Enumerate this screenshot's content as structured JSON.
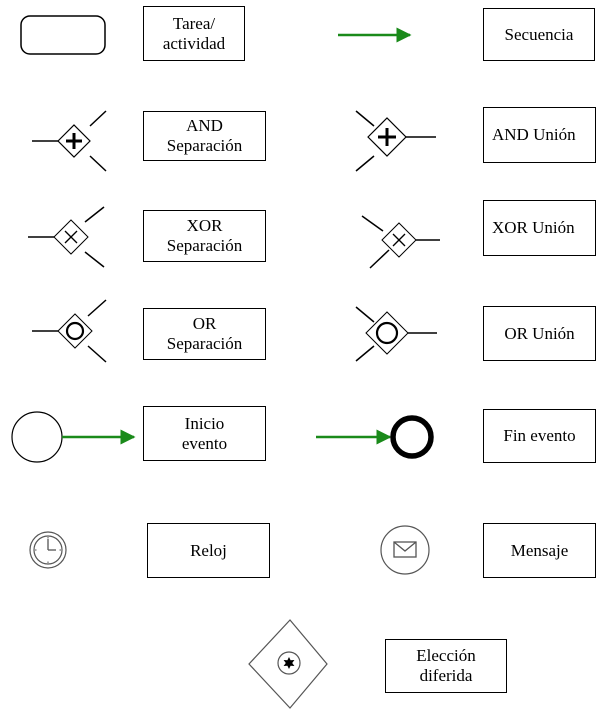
{
  "colors": {
    "sequence_arrow": "#1a8a1a",
    "stroke": "#000000",
    "icon_gray": "#7a7a7a"
  },
  "labels": {
    "task": [
      "Tarea/",
      "actividad"
    ],
    "sequence": [
      "Secuencia"
    ],
    "and_split": [
      "AND",
      "Separación"
    ],
    "and_join": [
      "AND Unión"
    ],
    "xor_split": [
      "XOR",
      "Separación"
    ],
    "xor_join": [
      "XOR Unión"
    ],
    "or_split": [
      "OR",
      "Separación"
    ],
    "or_join": [
      "OR Unión"
    ],
    "start_event": [
      "Inicio",
      "evento"
    ],
    "end_event": [
      "Fin evento"
    ],
    "timer": [
      "Reloj"
    ],
    "message": [
      "Mensaje"
    ],
    "deferred_choice": [
      "Elección",
      "diferida"
    ]
  },
  "icons": {
    "task": "rounded-rectangle-icon",
    "sequence": "green-arrow-icon",
    "and_split": "and-split-gateway-icon",
    "and_join": "and-join-gateway-icon",
    "xor_split": "xor-split-gateway-icon",
    "xor_join": "xor-join-gateway-icon",
    "or_split": "or-split-gateway-icon",
    "or_join": "or-join-gateway-icon",
    "start_event": "start-event-circle-icon",
    "end_event": "end-event-thick-circle-icon",
    "timer": "clock-icon",
    "message": "envelope-icon",
    "deferred_choice": "deferred-choice-gateway-icon"
  }
}
